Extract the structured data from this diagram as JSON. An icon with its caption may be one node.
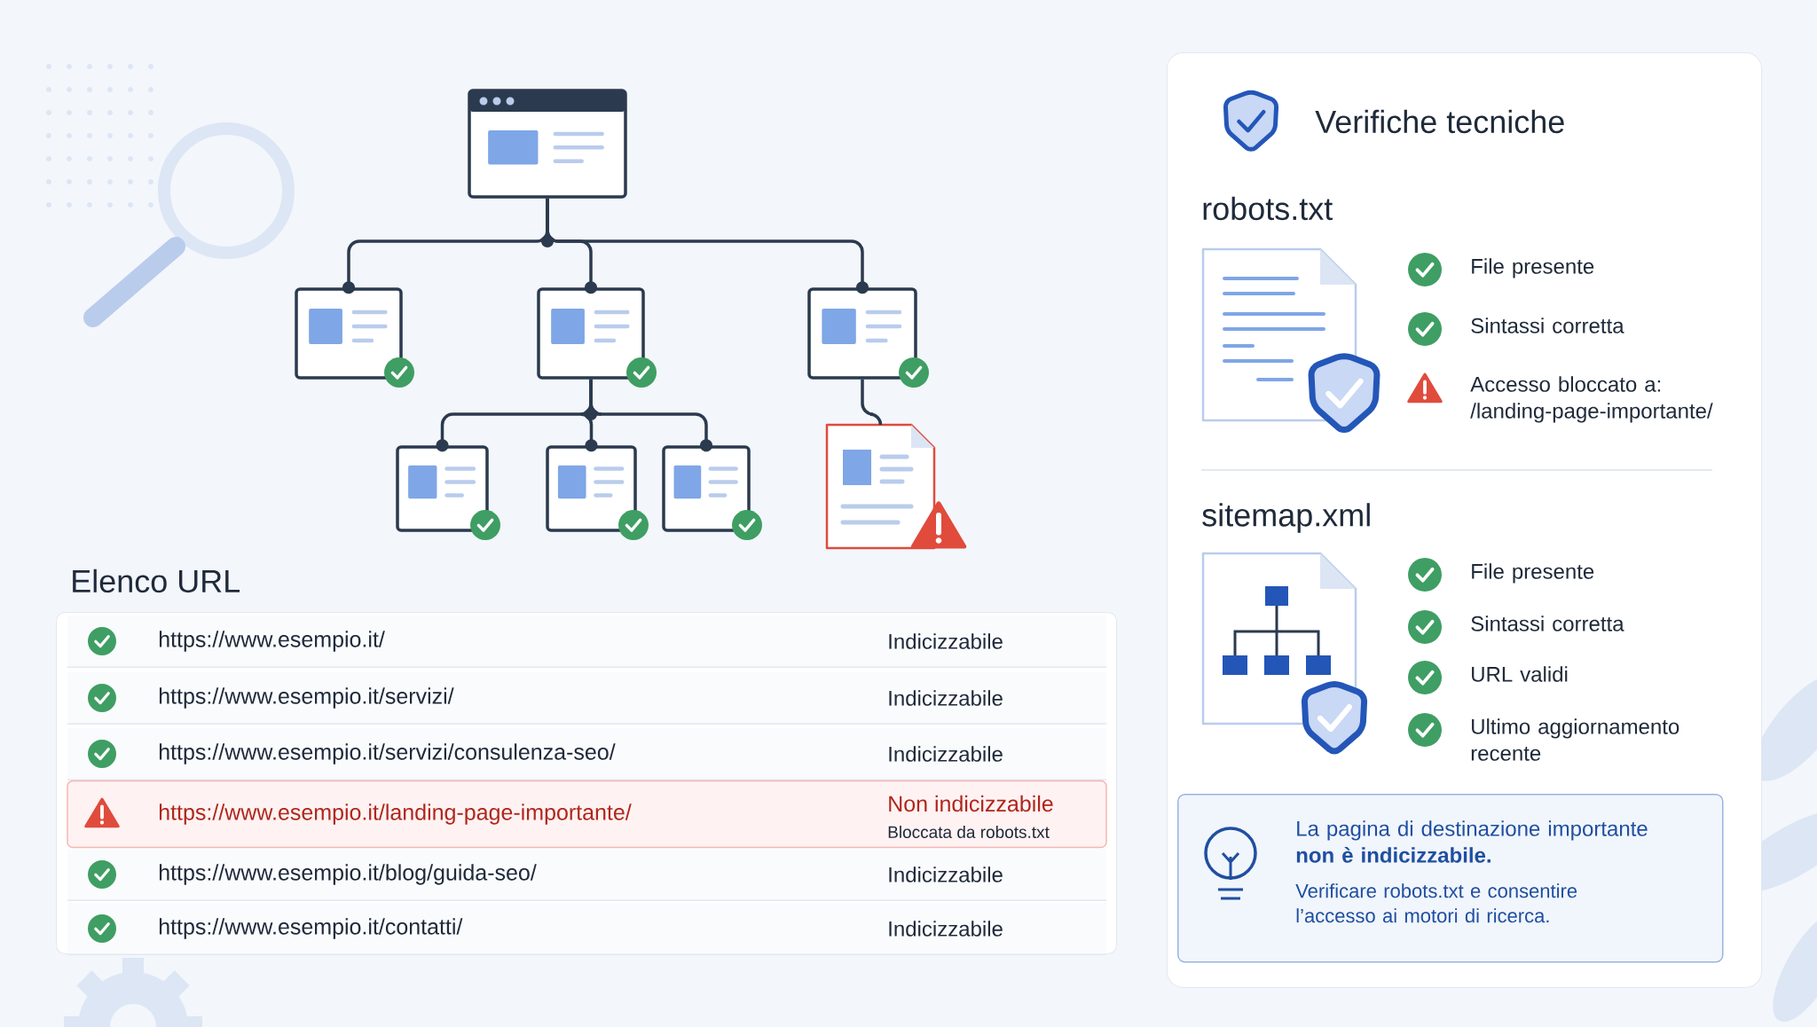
{
  "diagram": {
    "nodes": [
      {
        "text": [],
        "shape": "box"
      },
      {
        "text": [],
        "shape": "box"
      },
      {
        "text": [],
        "shape": "box"
      },
      {
        "text": [],
        "shape": "box"
      },
      {
        "text": [],
        "shape": "box"
      },
      {
        "text": [],
        "shape": "box"
      },
      {
        "text": [],
        "shape": "box"
      },
      {
        "text": [],
        "shape": "box"
      },
      {
        "text": [
          "Elenco URL"
        ]
      },
      {
        "text": [
          "https://www.esempio.it/",
          "Indicizzabile"
        ],
        "in": 8
      },
      {
        "text": [
          "https://www.esempio.it/servizi/",
          "Indicizzabile"
        ],
        "in": 8
      },
      {
        "text": [
          "https://www.esempio.it/servizi/consulenza-seo/",
          "Indicizzabile"
        ],
        "in": 8
      },
      {
        "text": [
          "https://www.esempio.it/landing-page-importante/",
          "Non indicizzabile",
          "Bloccata da robots.txt"
        ],
        "in": 8
      },
      {
        "text": [
          "https://www.esempio.it/blog/guida-seo/",
          "Indicizzabile"
        ],
        "in": 8
      },
      {
        "text": [
          "https://www.esempio.it/contatti/",
          "Indicizzabile"
        ],
        "in": 8
      },
      {
        "text": [
          "Verifiche tecniche",
          "robots.txt",
          "File presente",
          "Sintassi corretta",
          "Accesso bloccato a: /landing-page-importante/",
          "sitemap.xml",
          "File presente",
          "Sintassi corretta",
          "URL validi",
          "Ultimo aggiornamento recente"
        ]
      },
      {
        "text": [
          "La pagina di destinazione importante **non è indicizzabile.**",
          "Verificare robots.txt e consentire l’accesso ai motori di ricerca."
        ],
        "in": 15
      }
    ],
    "edges": [
      {
        "from": 0,
        "to": 1,
        "arrow": "other"
      },
      {
        "from": 0,
        "to": 2,
        "arrow": "other"
      },
      {
        "from": 0,
        "to": 3,
        "arrow": "other"
      },
      {
        "from": 2,
        "to": 4,
        "arrow": "other"
      },
      {
        "from": 2,
        "to": 5,
        "arrow": "other"
      },
      {
        "from": 2,
        "to": 6,
        "arrow": "other"
      },
      {
        "from": 3,
        "to": 7,
        "arrow": "none"
      }
    ]
  }
}
